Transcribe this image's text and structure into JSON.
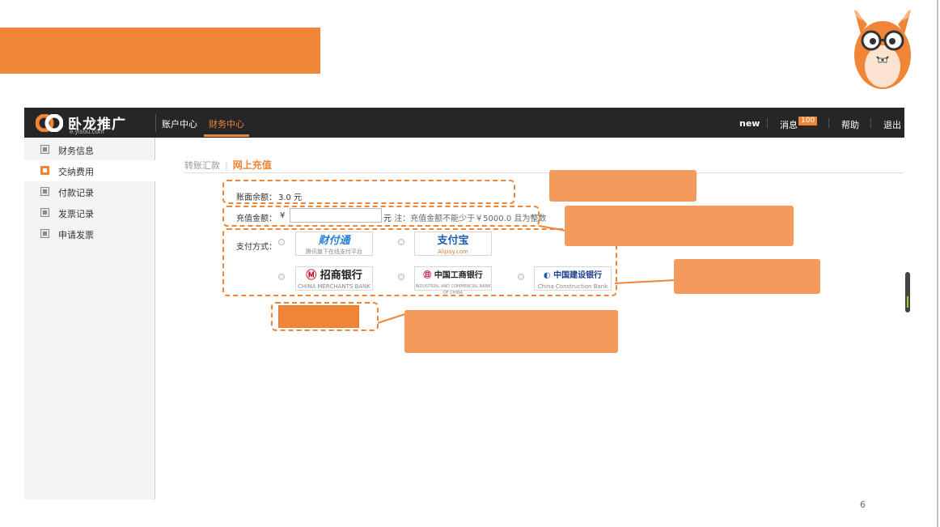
{
  "brand": {
    "name": "卧龙推广",
    "domain": "e.yisou.com"
  },
  "topnav": {
    "tabs": [
      {
        "label": "账户中心",
        "active": false
      },
      {
        "label": "财务中心",
        "active": true
      }
    ],
    "right": {
      "new_label": "new",
      "messages_label": "消息",
      "messages_count": "100",
      "help_label": "帮助",
      "logout_label": "退出"
    }
  },
  "sidebar": {
    "items": [
      {
        "label": "财务信息",
        "active": false
      },
      {
        "label": "交纳费用",
        "active": true
      },
      {
        "label": "付款记录",
        "active": false
      },
      {
        "label": "发票记录",
        "active": false
      },
      {
        "label": "申请发票",
        "active": false
      }
    ]
  },
  "breadcrumb": {
    "prev": "转账汇款",
    "current": "网上充值"
  },
  "form": {
    "balance_label": "账面余额：",
    "balance_value": "3.0 元",
    "amount_label": "充值金额：",
    "currency_symbol": "¥",
    "amount_value": "",
    "unit": "元",
    "note": "注：充值金额不能少于￥5000.0 且为整数",
    "payment_label": "支付方式："
  },
  "payment_methods": [
    {
      "name": "财付通",
      "subtitle": "腾讯旗下在线支付平台"
    },
    {
      "name": "支付宝",
      "subtitle": "Alipay.com"
    },
    {
      "name": "招商银行",
      "subtitle": "CHINA MERCHANTS BANK"
    },
    {
      "name": "中国工商银行",
      "subtitle": "INDUSTRIAL AND COMMERCIAL BANK OF CHINA"
    },
    {
      "name": "中国建设银行",
      "subtitle": "China Construction Bank"
    }
  ],
  "page_number": "6",
  "colors": {
    "accent": "#f08437",
    "callout": "#f29b5c",
    "topbar": "#262626",
    "sidebar": "#f4f4f4"
  }
}
